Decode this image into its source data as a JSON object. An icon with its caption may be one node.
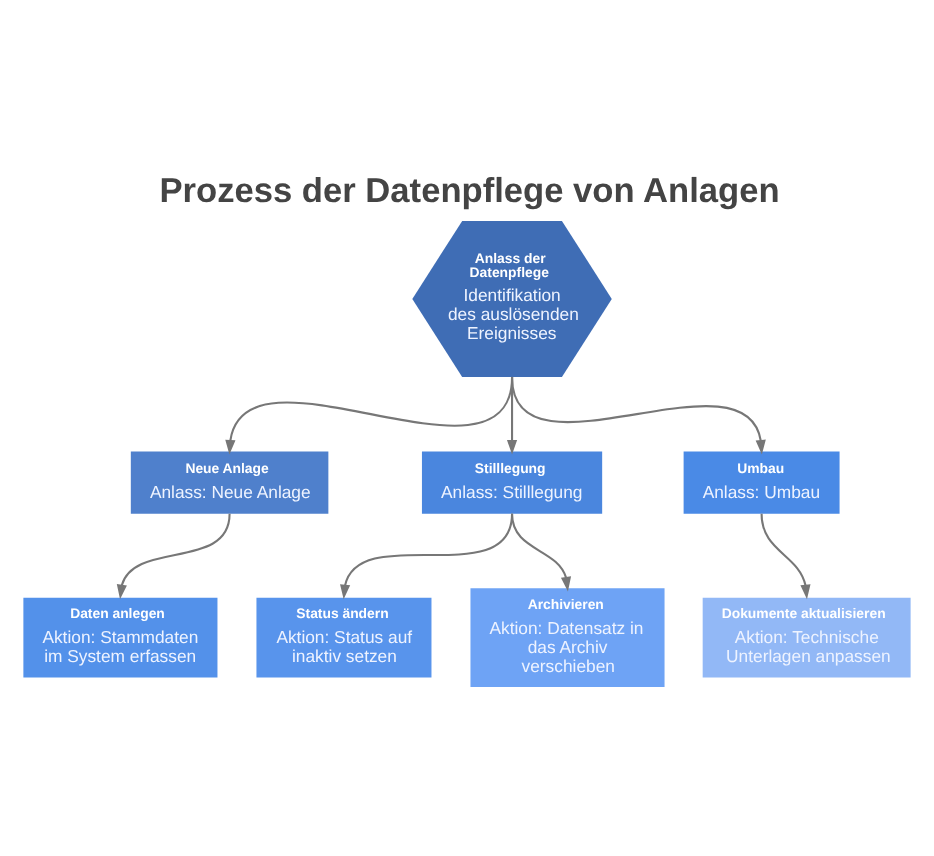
{
  "diagram": {
    "title": "Prozess der Datenpflege von Anlagen",
    "nodes": [
      {
        "text": [
          "Anlass der Datenpflege",
          "Identifikation des auslösenden Ereignisses"
        ]
      },
      {
        "text": [
          "Neue Anlage",
          "Anlass: Neue Anlage"
        ]
      },
      {
        "text": [
          "Stilllegung",
          "Anlass: Stilllegung"
        ]
      },
      {
        "text": [
          "Umbau",
          "Anlass: Umbau"
        ]
      },
      {
        "text": [
          "Daten anlegen",
          "Aktion: Stammdaten im System erfassen"
        ]
      },
      {
        "text": [
          "Status ändern",
          "Aktion: Status auf inaktiv setzen"
        ]
      },
      {
        "text": [
          "Archivieren",
          "Aktion: Datensatz in das Archiv verschieben"
        ]
      },
      {
        "text": [
          "Dokumente aktualisieren",
          "Aktion: Technische Unterlagen anpassen"
        ]
      }
    ],
    "edges": [
      {
        "from": 0,
        "to": 1,
        "arrow": "to"
      },
      {
        "from": 0,
        "to": 2,
        "arrow": "to"
      },
      {
        "from": 0,
        "to": 3,
        "arrow": "to"
      },
      {
        "from": 1,
        "to": 4,
        "arrow": "to"
      },
      {
        "from": 2,
        "to": 5,
        "arrow": "to"
      },
      {
        "from": 2,
        "to": 6,
        "arrow": "to"
      },
      {
        "from": 3,
        "to": 7,
        "arrow": "to"
      }
    ]
  }
}
